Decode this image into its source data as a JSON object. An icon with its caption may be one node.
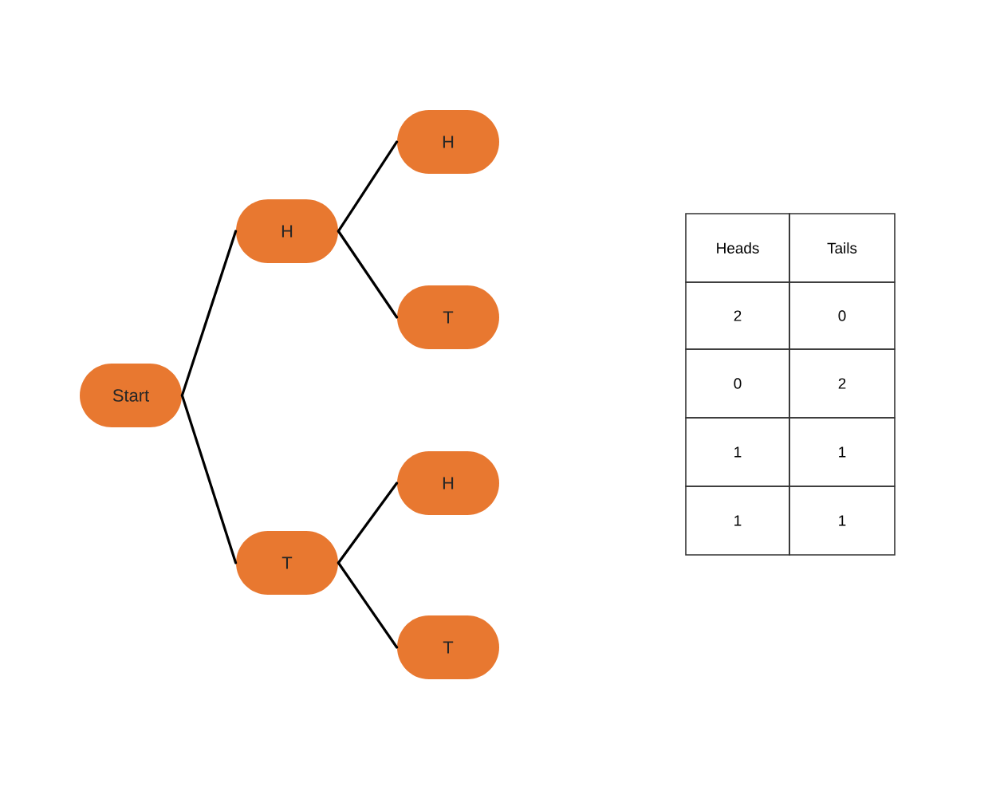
{
  "diagram": {
    "nodes": [
      {
        "text": [
          "Start"
        ]
      },
      {
        "text": [
          "H"
        ]
      },
      {
        "text": [
          "T"
        ]
      },
      {
        "text": [
          "H"
        ]
      },
      {
        "text": [
          "T"
        ]
      },
      {
        "text": [
          "H"
        ]
      },
      {
        "text": [
          "T"
        ]
      }
    ],
    "edges": [
      {
        "from": 0,
        "to": 1,
        "arrow": "none"
      },
      {
        "from": 0,
        "to": 2,
        "arrow": "none"
      },
      {
        "from": 1,
        "to": 3,
        "arrow": "none"
      },
      {
        "from": 1,
        "to": 4,
        "arrow": "none"
      },
      {
        "from": 2,
        "to": 5,
        "arrow": "none"
      },
      {
        "from": 2,
        "to": 6,
        "arrow": "none"
      }
    ],
    "labels": [
      "Heads",
      "Tails",
      "2",
      "0",
      "0",
      "2",
      "1",
      "1",
      "1",
      "1"
    ]
  }
}
